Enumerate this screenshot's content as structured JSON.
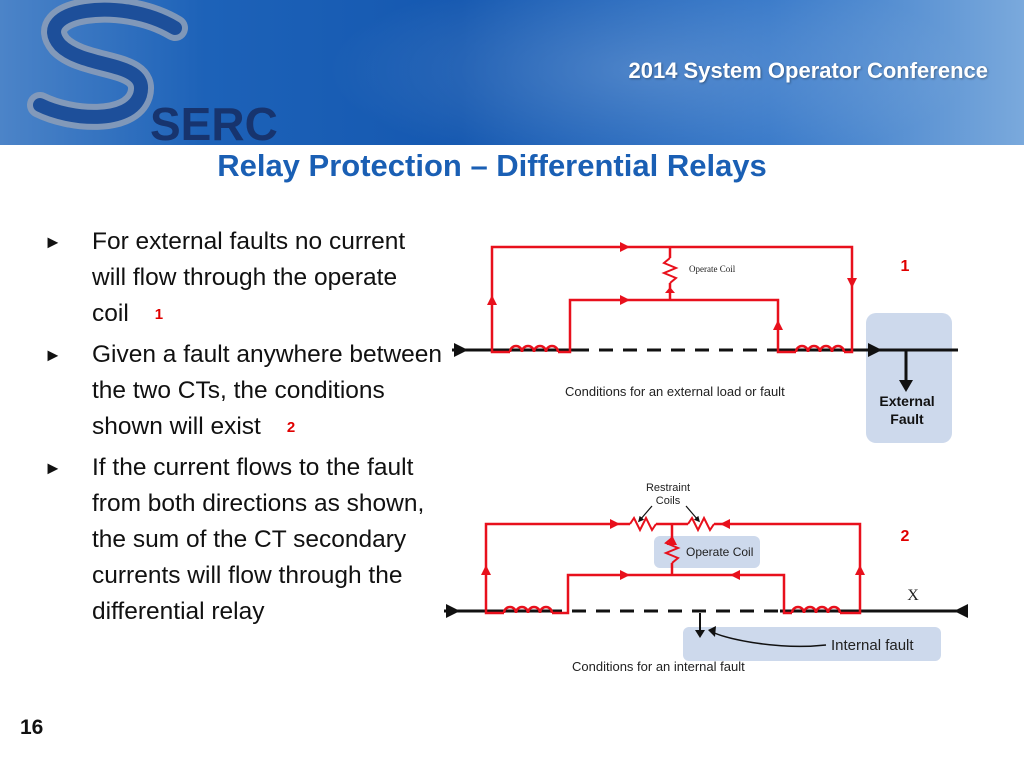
{
  "header": {
    "logo_text": "SERC",
    "conference": "2014 System Operator Conference"
  },
  "slide": {
    "title": "Relay Protection – Differential  Relays",
    "page_number": "16"
  },
  "bullets": [
    {
      "text": "For external faults no current will flow through the operate coil",
      "ref": "1"
    },
    {
      "text": "Given a fault anywhere between the two CTs, the conditions shown will exist",
      "ref": "2"
    },
    {
      "text": "If the current flows to the fault from both directions as shown, the sum of the CT secondary currents will flow through the differential relay",
      "ref": ""
    }
  ],
  "bullet_marker": "►",
  "diagram1": {
    "label": "1",
    "coil_label": "Operate Coil",
    "caption": "Conditions for an external load or fault",
    "fault_label_line1": "External",
    "fault_label_line2": "Fault"
  },
  "diagram2": {
    "label": "2",
    "restraint_line1": "Restraint",
    "restraint_line2": "Coils",
    "coil_label": "Operate Coil",
    "x_mark": "X",
    "fault_label": "Internal fault",
    "caption": "Conditions for an internal fault"
  },
  "colors": {
    "circuit": "#e8101c",
    "title": "#1a5fb4",
    "box": "#cdd9ec"
  }
}
